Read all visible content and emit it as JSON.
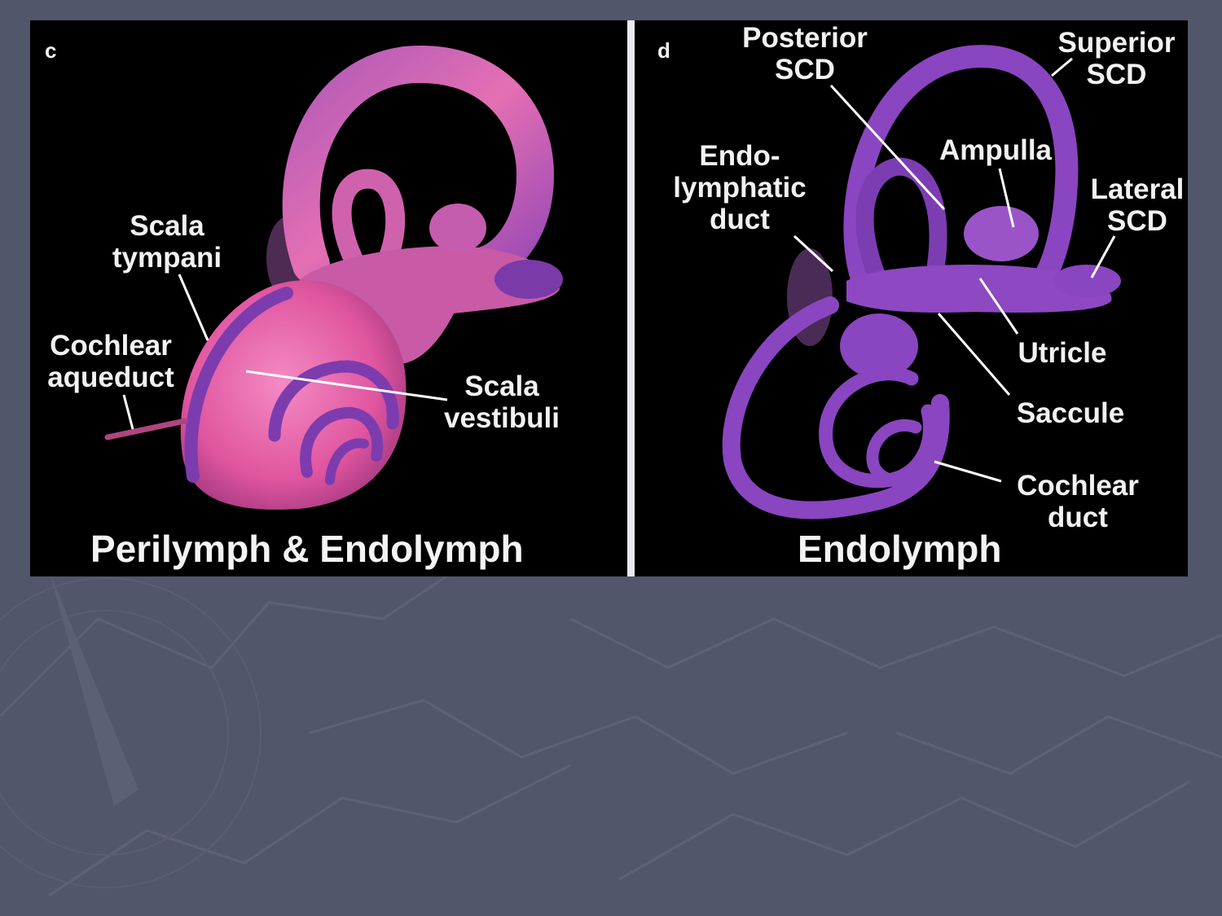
{
  "background_color": "#52566a",
  "panel_c": {
    "letter": "c",
    "caption": "Perilymph & Endolymph",
    "labels": {
      "scala_tympani": "Scala\ntympani",
      "cochlear_aqueduct": "Cochlear\naqueduct",
      "scala_vestibuli": "Scala\nvestibuli"
    },
    "colors": {
      "perilymph": "#e75aa6",
      "endolymph": "#7d3cae"
    }
  },
  "panel_d": {
    "letter": "d",
    "caption": "Endolymph",
    "labels": {
      "posterior_scd": "Posterior\nSCD",
      "superior_scd": "Superior\nSCD",
      "endolymphatic_duct": "Endo-\nlymphatic\nduct",
      "ampulla": "Ampulla",
      "lateral_scd": "Lateral\nSCD",
      "utricle": "Utricle",
      "saccule": "Saccule",
      "cochlear_duct": "Cochlear\nduct"
    },
    "colors": {
      "endolymph": "#8a45c0"
    }
  }
}
